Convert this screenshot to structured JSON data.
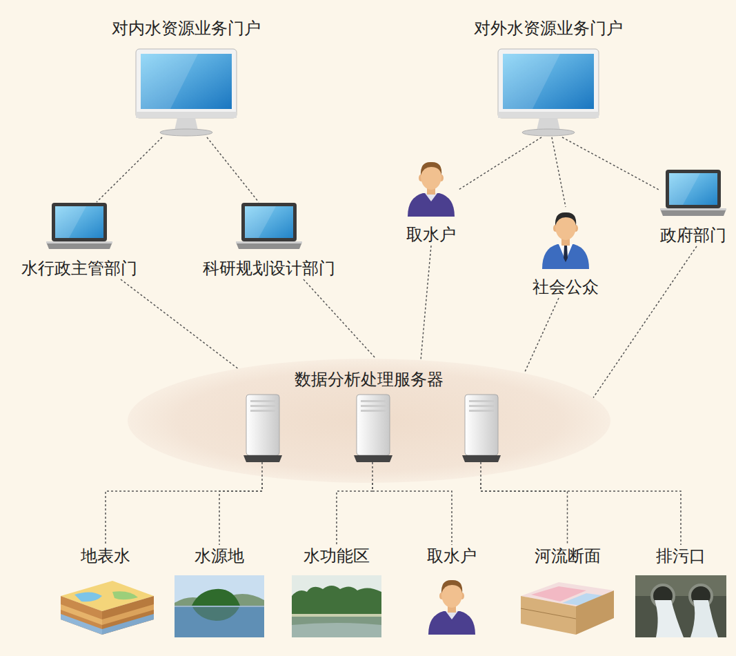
{
  "diagram": {
    "nodes": [
      {
        "text": [
          "对内水资源业务门户"
        ]
      },
      {
        "text": [
          "对外水资源业务门户"
        ]
      },
      {
        "text": [
          "水行政主管部门"
        ]
      },
      {
        "text": [
          "科研规划设计部门"
        ]
      },
      {
        "text": [
          "取水户"
        ]
      },
      {
        "text": [
          "社会公众"
        ]
      },
      {
        "text": [
          "政府部门"
        ]
      },
      {
        "text": [
          "数据分析处理服务器"
        ]
      },
      {
        "text": [
          "地表水"
        ]
      },
      {
        "text": [
          "水源地"
        ]
      },
      {
        "text": [
          "水功能区"
        ]
      },
      {
        "text": [
          "取水户"
        ]
      },
      {
        "text": [
          "河流断面"
        ]
      },
      {
        "text": [
          "排污口"
        ]
      }
    ],
    "edges": [
      {
        "from": 0,
        "to": 2,
        "arrow": "none"
      },
      {
        "from": 0,
        "to": 3,
        "arrow": "none"
      },
      {
        "from": 1,
        "to": 4,
        "arrow": "none"
      },
      {
        "from": 1,
        "to": 5,
        "arrow": "none"
      },
      {
        "from": 1,
        "to": 6,
        "arrow": "none"
      },
      {
        "from": 2,
        "to": 7,
        "arrow": "none"
      },
      {
        "from": 3,
        "to": 7,
        "arrow": "none"
      },
      {
        "from": 4,
        "to": 7,
        "arrow": "none"
      },
      {
        "from": 5,
        "to": 7,
        "arrow": "none"
      },
      {
        "from": 6,
        "to": 7,
        "arrow": "none"
      },
      {
        "from": 7,
        "to": 8,
        "arrow": "none"
      },
      {
        "from": 7,
        "to": 9,
        "arrow": "none"
      },
      {
        "from": 7,
        "to": 10,
        "arrow": "none"
      },
      {
        "from": 7,
        "to": 11,
        "arrow": "none"
      },
      {
        "from": 7,
        "to": 12,
        "arrow": "none"
      },
      {
        "from": 7,
        "to": 13,
        "arrow": "none"
      }
    ]
  }
}
